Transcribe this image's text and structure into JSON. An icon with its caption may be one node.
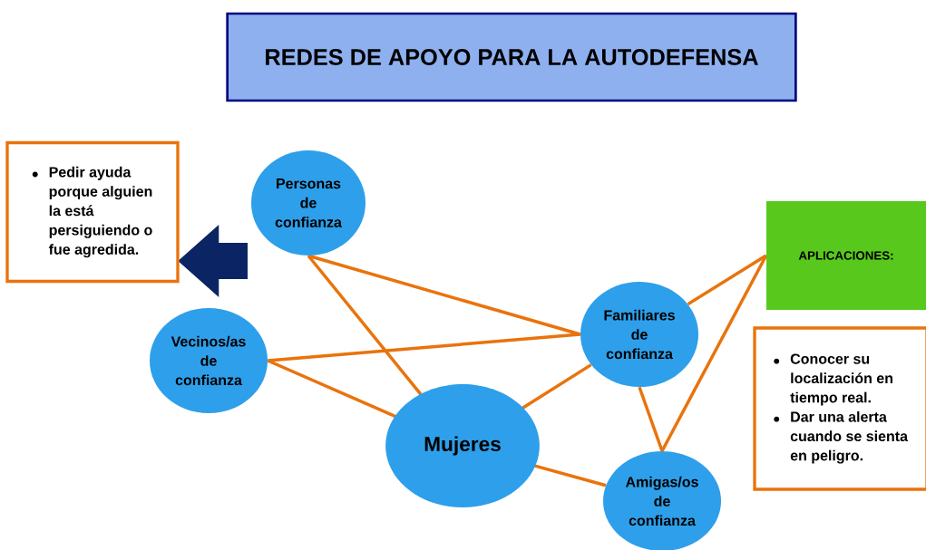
{
  "diagram": {
    "title": "REDES DE APOYO PARA LA AUTODEFENSA",
    "nodes": [
      {
        "text": [
          "Pedir ayuda porque alguien la está persiguiendo o fue agredida."
        ]
      },
      {
        "text": [
          "Personas de confianza"
        ]
      },
      {
        "text": [
          "Vecinos/as de confianza"
        ]
      },
      {
        "text": [
          "Mujeres"
        ]
      },
      {
        "text": [
          "Familiares de confianza"
        ]
      },
      {
        "text": [
          "Amigas/os de confianza"
        ]
      },
      {
        "text": [
          "APLICACIONES:"
        ]
      },
      {
        "text": [
          "Conocer su localización en tiempo real.",
          "Dar una alerta cuando se sienta en peligro."
        ]
      }
    ],
    "edges": [
      {
        "from": null,
        "to": 0,
        "arrow": "to",
        "style": "thick",
        "color": "#0b2463"
      },
      {
        "from": 1,
        "to": 4,
        "arrow": "none"
      },
      {
        "from": 1,
        "to": 3,
        "arrow": "none"
      },
      {
        "from": 2,
        "to": 4,
        "arrow": "none"
      },
      {
        "from": 2,
        "to": 3,
        "arrow": "none"
      },
      {
        "from": 3,
        "to": 4,
        "arrow": "none"
      },
      {
        "from": 3,
        "to": 5,
        "arrow": "none"
      },
      {
        "from": 4,
        "to": 5,
        "arrow": "none"
      },
      {
        "from": 4,
        "to": 6,
        "arrow": "none"
      },
      {
        "from": 5,
        "to": 6,
        "arrow": "none"
      }
    ]
  }
}
